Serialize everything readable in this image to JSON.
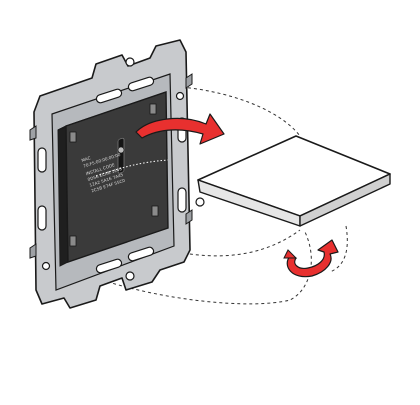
{
  "module": {
    "line_mac": "MAC",
    "line_address": "70:F5:00:00:00:00",
    "line_install": "INSTALL CODE",
    "line_code_1": "0D56 ECAB 1E48",
    "line_code_2": "12A2 5A16 7A45",
    "line_code_3": "2C5B E74F 55C0"
  },
  "colors": {
    "frame_fill": "#c8cacd",
    "module_fill": "#3a3a3a",
    "cover_fill": "#ffffff",
    "arrow_fill": "#e8302f",
    "outline": "#1a1a1a"
  }
}
